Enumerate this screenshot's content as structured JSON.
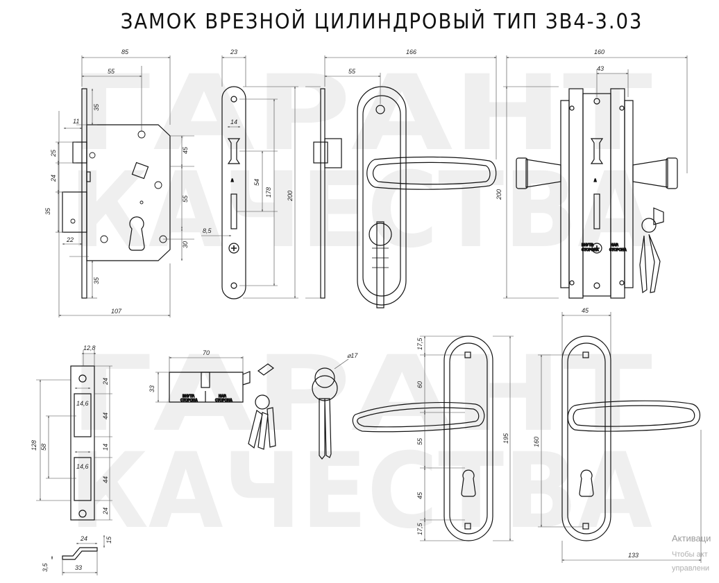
{
  "title": "ЗАМОК ВРЕЗНОЙ ЦИЛИНДРОВЫЙ ТИП ЗВ4-3.03",
  "watermark": {
    "line1": "ГАРАНТ",
    "line2": "КАЧЕСТВА"
  },
  "labels": {
    "inner_side": [
      "ВНУТР.",
      "СТОРОНА"
    ],
    "outer_side": [
      "НАР.",
      "СТОРОНА"
    ]
  },
  "dimensions": {
    "body": {
      "overall_depth": "85",
      "backset": "55",
      "top_offset": "35",
      "latch_w": "11",
      "latch_h": "25",
      "gap": "24",
      "bolt_h": "35",
      "bolt_side": "22",
      "bottom_offset": "35",
      "screw_gap": "45",
      "mid_gap": "55",
      "cyl_gap": "30",
      "bottom_width": "107"
    },
    "faceplate": {
      "width": "23",
      "slot": "14",
      "height": "200",
      "mid": "54",
      "inner": "178",
      "side": "8,5"
    },
    "assembly": {
      "overall": "166",
      "backset": "55",
      "height": "200"
    },
    "side_view": {
      "overall": "160",
      "spindle": "43"
    },
    "strike": {
      "width": "12,8",
      "total": "128",
      "gap": "58",
      "slot": "14,6",
      "seg_a": "24",
      "seg_b": "44",
      "seg_c": "14",
      "seg_d": "44",
      "seg_e": "24"
    },
    "cylinder": {
      "length": "70",
      "height": "33"
    },
    "key_ring": {
      "diameter": "⌀17"
    },
    "handle_plate": {
      "top": "17,5",
      "upper": "60",
      "middle": "55",
      "lower": "45",
      "bottom": "17,5",
      "total": "195",
      "width": "45",
      "hole_span": "160",
      "lever": "133"
    },
    "latch_profile": {
      "width": "24",
      "total": "33",
      "height": "15",
      "depth": "3,5"
    }
  },
  "os_notice": {
    "line1": "Активаци",
    "line2": "Чтобы акт",
    "line3": "управлени"
  }
}
